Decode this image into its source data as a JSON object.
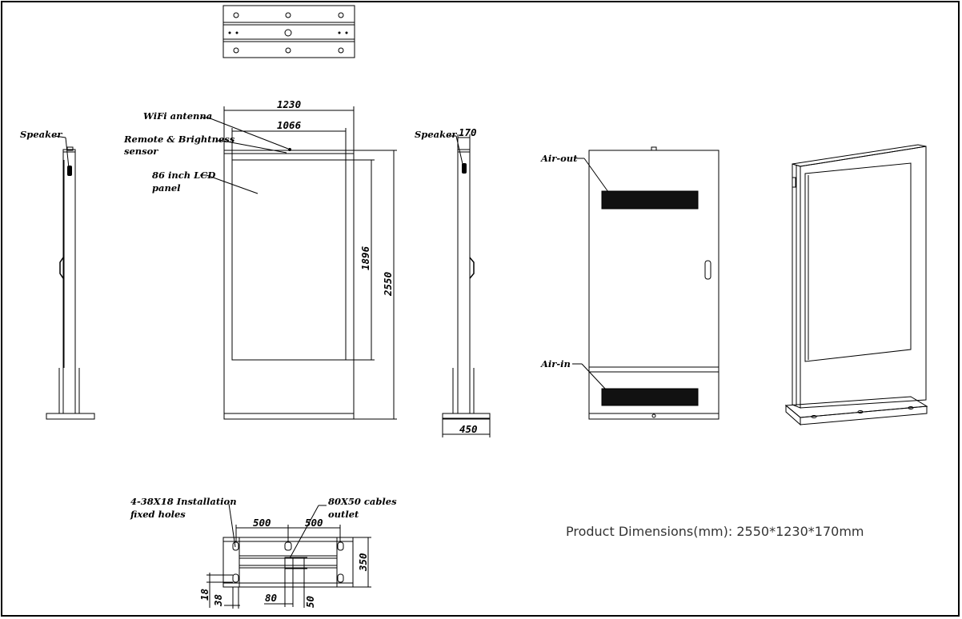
{
  "labels": {
    "speaker_left": "Speaker",
    "wifi_antenna": "WiFi antenna",
    "remote_line1": "Remote & Brightness",
    "remote_line2": "sensor",
    "lcd_line1": "86 inch LCD",
    "lcd_line2": "panel",
    "speaker_side": "Speaker",
    "air_out": "Air-out",
    "air_in": "Air-in",
    "holes_line1": "4-38X18 Installation",
    "holes_line2": "fixed holes",
    "cables_line1": "80X50 cables",
    "cables_line2": "outlet"
  },
  "dimensions": {
    "width_total": "1230",
    "width_screen": "1066",
    "height_screen": "1896",
    "height_total": "2550",
    "depth": "170",
    "base_depth": "450",
    "base_half_left": "500",
    "base_half_right": "500",
    "base_height": "350",
    "hole_18": "18",
    "hole_38": "38",
    "outlet_80": "80",
    "outlet_50": "50"
  },
  "caption": "Product Dimensions(mm): 2550*1230*170mm"
}
